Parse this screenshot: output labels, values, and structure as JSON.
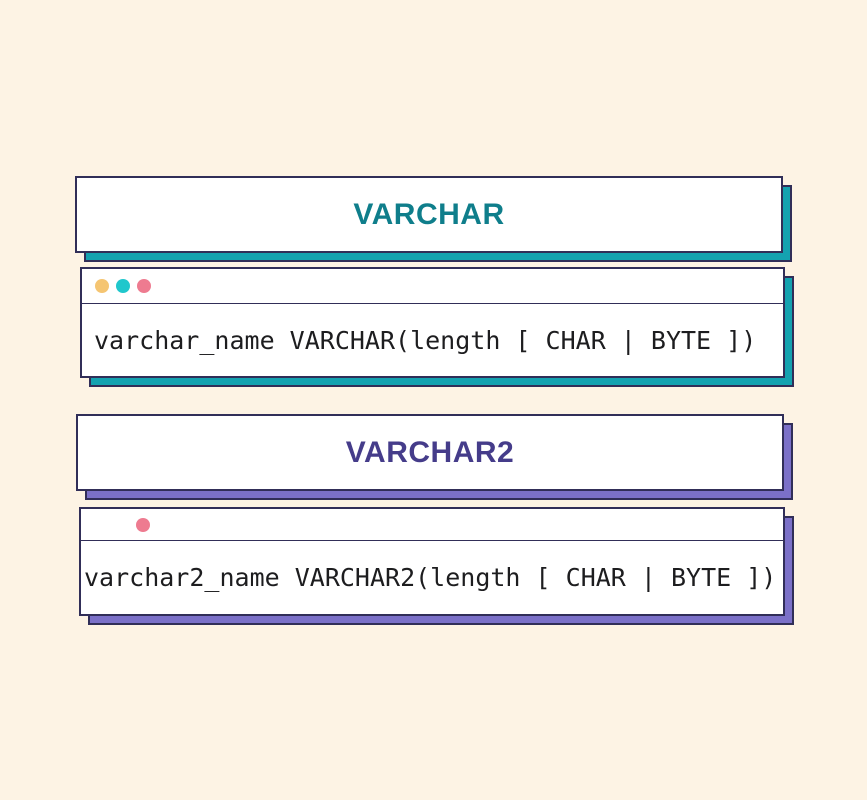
{
  "canvas": {
    "background": "#fdf3e4",
    "border_color": "#312e58",
    "card_background": "#ffffff",
    "code_text_color": "#1d1d1f"
  },
  "sections": [
    {
      "title": "VARCHAR",
      "title_color": "#0f7e8b",
      "shadow_color": "#14a2b0",
      "code": "varchar_name VARCHAR(length [ CHAR | BYTE ])",
      "dots": [
        "#f5c572",
        "#20c7cc",
        "#ee7b90"
      ]
    },
    {
      "title": "VARCHAR2",
      "title_color": "#453c8a",
      "shadow_color": "#7b70c8",
      "code": "varchar2_name VARCHAR2(length [ CHAR | BYTE ])",
      "dots": [
        "#ee7b90"
      ]
    }
  ]
}
